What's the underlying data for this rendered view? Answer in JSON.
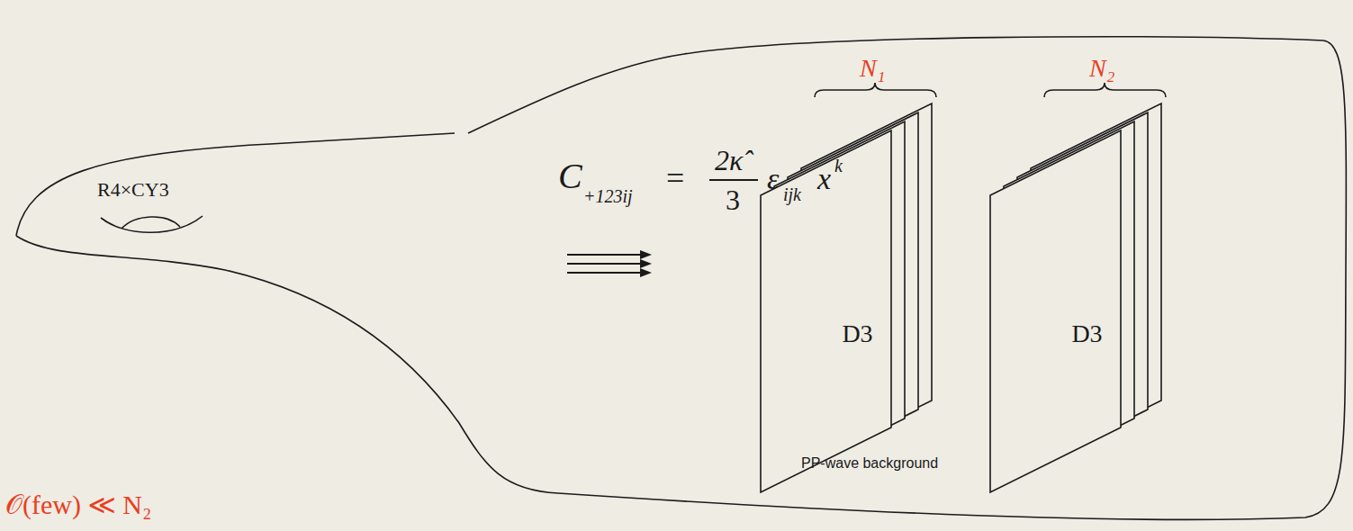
{
  "diagram": {
    "nodes": [
      {
        "text": [
          "D3"
        ]
      },
      {
        "text": [
          "D3"
        ]
      }
    ],
    "labels": [
      "R4×CY3",
      "C",
      "+123ij",
      "=",
      "2κ̂",
      "3",
      "ε",
      "ijk",
      "x",
      "k",
      "N₁",
      "N₂",
      "PP-wave background",
      "𝒪(few) ≪ N₂"
    ]
  }
}
